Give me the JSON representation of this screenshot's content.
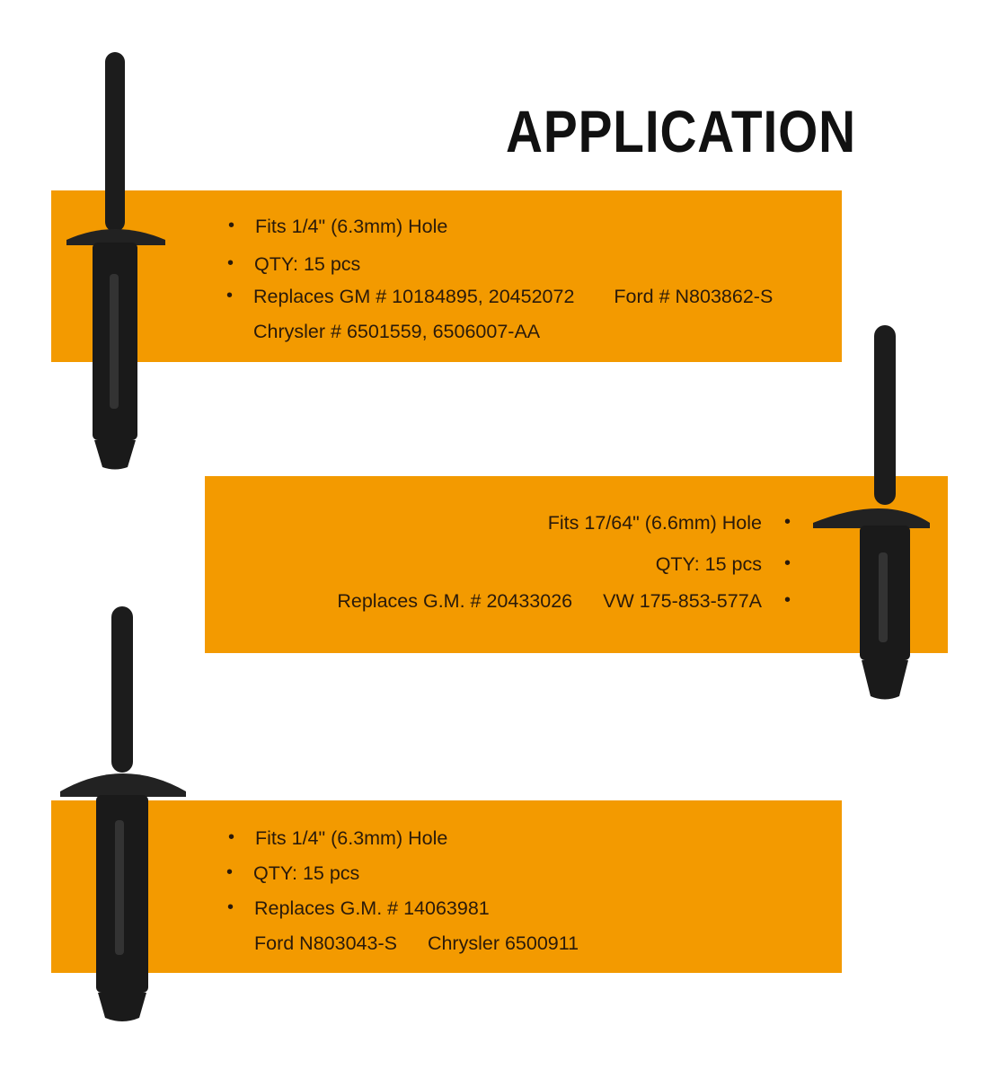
{
  "title": "APPLICATION",
  "colors": {
    "panel": "#F39A00",
    "rivet": "#1a1a1a"
  },
  "panels": [
    {
      "items": [
        {
          "text": "Fits 1/4\" (6.3mm) Hole"
        },
        {
          "text": "QTY: 15 pcs"
        },
        {
          "text": "Replaces GM # 10184895, 20452072",
          "extra": "Ford # N803862-S"
        },
        {
          "text": "Chrysler # 6501559, 6506007-AA"
        }
      ]
    },
    {
      "items": [
        {
          "text": "Fits 17/64\" (6.6mm) Hole"
        },
        {
          "text": "QTY: 15 pcs"
        },
        {
          "text": "Replaces G.M. # 20433026",
          "extra": "VW 175-853-577A"
        }
      ]
    },
    {
      "items": [
        {
          "text": "Fits 1/4\" (6.3mm) Hole"
        },
        {
          "text": "QTY: 15 pcs"
        },
        {
          "text": "Replaces G.M. # 14063981"
        },
        {
          "text": "Ford N803043-S",
          "extra": "Chrysler 6500911"
        }
      ]
    }
  ],
  "bullet": "•"
}
